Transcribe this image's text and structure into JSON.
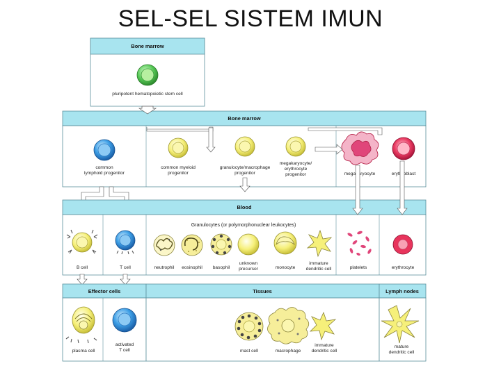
{
  "title": "SEL-SEL SISTEM IMUN",
  "sections": {
    "bone_marrow_top": "Bone marrow",
    "bone_marrow": "Bone marrow",
    "blood": "Blood",
    "granulocytes": "Granulocytes (or polymorphonuclear leukocytes)",
    "effector_cells": "Effector cells",
    "tissues": "Tissues",
    "lymph_nodes": "Lymph nodes"
  },
  "cells": {
    "stem_cell": [
      "pluripotent hematopoietic stem cell"
    ],
    "common_lymphoid": [
      "common",
      "lymphoid progenitor"
    ],
    "common_myeloid": [
      "common myeloid",
      "progenitor"
    ],
    "granulocyte_macrophage": [
      "granulocyte/macrophage",
      "progenitor"
    ],
    "megakaryocyte_erythrocyte": [
      "megakaryocyte/",
      "erythrocyte",
      "progenitor"
    ],
    "megakaryocyte": [
      "megakaryocyte"
    ],
    "erythroblast": [
      "erythroblast"
    ],
    "b_cell": [
      "B cell"
    ],
    "t_cell": [
      "T cell"
    ],
    "neutrophil": [
      "neutrophil"
    ],
    "eosinophil": [
      "eosinophil"
    ],
    "basophil": [
      "basophil"
    ],
    "unknown_precursor": [
      "unknown",
      "precursor"
    ],
    "monocyte": [
      "monocyte"
    ],
    "immature_dendritic_blood": [
      "immature",
      "dendritic cell"
    ],
    "platelets": [
      "platelets"
    ],
    "erythrocyte": [
      "erythrocyte"
    ],
    "plasma_cell": [
      "plasma cell"
    ],
    "activated_t_cell": [
      "activated",
      "T cell"
    ],
    "mast_cell": [
      "mast cell"
    ],
    "macrophage": [
      "macrophage"
    ],
    "immature_dendritic_tissue": [
      "immature",
      "dendritic cell"
    ],
    "mature_dendritic": [
      "mature",
      "dendritic cell"
    ]
  },
  "colors": {
    "band": "#a8e4ef",
    "band_border": "#5a8f9c",
    "arrow": "#ffffff",
    "lymphoid": "#3a9be0",
    "stem": "#4fc24f",
    "myeloid": "#f2ec6a",
    "erythroid": "#e8345c",
    "megakaryocyte": "#e8467a"
  }
}
